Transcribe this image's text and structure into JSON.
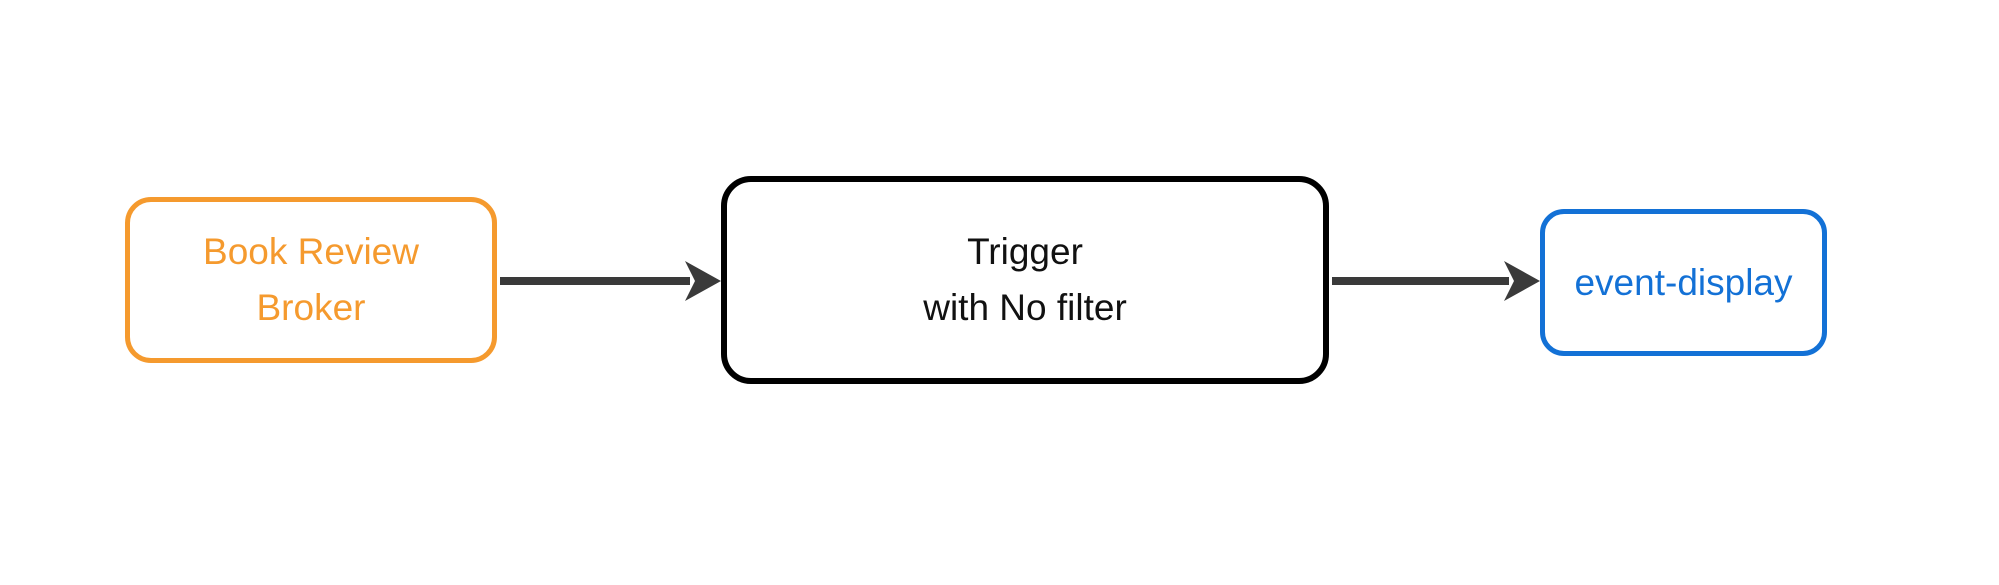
{
  "diagram": {
    "type": "flowchart",
    "direction": "left-to-right",
    "background": "#ffffff",
    "colors": {
      "broker": "#f59a2e",
      "trigger": "#000000",
      "sink": "#1371d6",
      "arrow": "#3a3a3a"
    },
    "nodes": [
      {
        "id": "broker",
        "label_lines": [
          "Book Review",
          "Broker"
        ],
        "border_color": "#f59a2e",
        "text_color": "#f59a2e"
      },
      {
        "id": "trigger",
        "label_lines": [
          "Trigger",
          "with No filter"
        ],
        "border_color": "#000000",
        "text_color": "#111111"
      },
      {
        "id": "event-display",
        "label_lines": [
          "event-display"
        ],
        "border_color": "#1371d6",
        "text_color": "#1371d6"
      }
    ],
    "edges": [
      {
        "from": "broker",
        "to": "trigger"
      },
      {
        "from": "trigger",
        "to": "event-display"
      }
    ]
  }
}
